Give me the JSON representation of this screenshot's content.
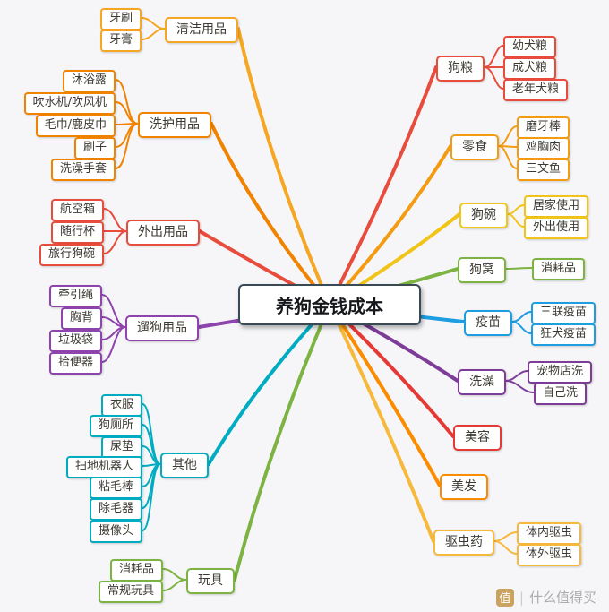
{
  "background": "#f6f6f8",
  "center": {
    "label": "养狗金钱成本",
    "border": "#3a4a54"
  },
  "branches": [
    {
      "label": "清洁用品",
      "color": "#F5A623",
      "children": [
        "牙刷",
        "牙膏"
      ]
    },
    {
      "label": "洗护用品",
      "color": "#F08300",
      "children": [
        "沐浴露",
        "吹水机/吹风机",
        "毛巾/鹿皮巾",
        "刷子",
        "洗澡手套"
      ]
    },
    {
      "label": "外出用品",
      "color": "#E74C3C",
      "children": [
        "航空箱",
        "随行杯",
        "旅行狗碗"
      ]
    },
    {
      "label": "遛狗用品",
      "color": "#8E44AD",
      "children": [
        "牵引绳",
        "胸背",
        "垃圾袋",
        "拾便器"
      ]
    },
    {
      "label": "其他",
      "color": "#00ACC1",
      "children": [
        "衣服",
        "狗厕所",
        "尿垫",
        "扫地机器人",
        "粘毛棒",
        "除毛器",
        "摄像头"
      ]
    },
    {
      "label": "玩具",
      "color": "#7CB342",
      "children": [
        "消耗品",
        "常规玩具"
      ]
    },
    {
      "label": "狗粮",
      "color": "#E74C3C",
      "children": [
        "幼犬粮",
        "成犬粮",
        "老年犬粮"
      ]
    },
    {
      "label": "零食",
      "color": "#F39C12",
      "children": [
        "磨牙棒",
        "鸡胸肉",
        "三文鱼"
      ]
    },
    {
      "label": "狗碗",
      "color": "#F0C419",
      "children": [
        "居家使用",
        "外出使用"
      ]
    },
    {
      "label": "狗窝",
      "color": "#7CB342",
      "children": [
        "消耗品"
      ]
    },
    {
      "label": "疫苗",
      "color": "#1E9DE0",
      "children": [
        "三联疫苗",
        "狂犬疫苗"
      ]
    },
    {
      "label": "洗澡",
      "color": "#7D3C98",
      "children": [
        "宠物店洗",
        "自己洗"
      ]
    },
    {
      "label": "美容",
      "color": "#E53935",
      "children": []
    },
    {
      "label": "美发",
      "color": "#FB8C00",
      "children": []
    },
    {
      "label": "驱虫药",
      "color": "#F6B93B",
      "children": [
        "体内驱虫",
        "体外驱虫"
      ]
    }
  ],
  "watermark": {
    "logo": "值",
    "separator": "|",
    "text": "什么值得买"
  }
}
